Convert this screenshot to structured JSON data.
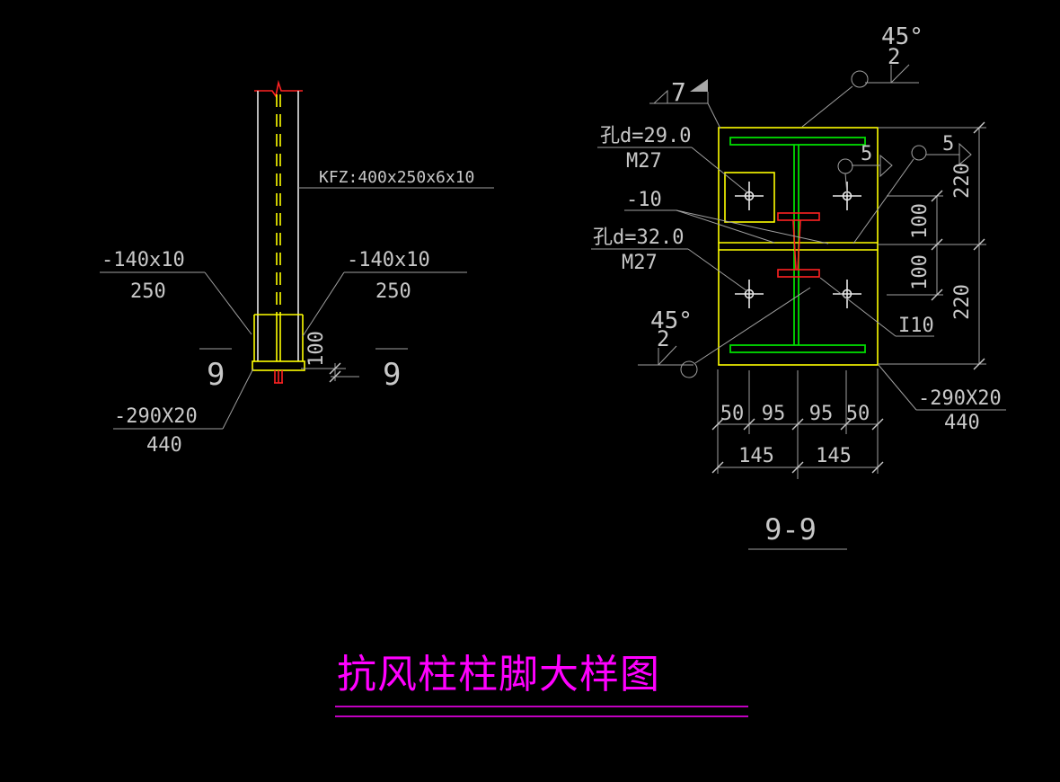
{
  "title": "抗风柱柱脚大样图",
  "colors": {
    "background": "#000000",
    "outline_white": "#E8E8E8",
    "plate_yellow": "#FFFF00",
    "steel_green": "#00DD00",
    "anchor_red": "#FF2222",
    "annotation_gray": "#C8C8C8",
    "title_magenta": "#FF00FF"
  },
  "elevation": {
    "column_spec": "KFZ:400x250x6x10",
    "stiffener_left": {
      "size": "-140x10",
      "length": "250"
    },
    "stiffener_right": {
      "size": "-140x10",
      "length": "250"
    },
    "base_plate": {
      "size": "-290X20",
      "length": "440"
    },
    "bolt_projection_dim": "100",
    "section_mark_left": "9",
    "section_mark_right": "9"
  },
  "section": {
    "view_label": "9-9",
    "hole_top": {
      "size": "孔d=29.0",
      "bolt": "M27"
    },
    "hole_bottom": {
      "size": "孔d=32.0",
      "bolt": "M27"
    },
    "plate_label": "-10",
    "beam_label": "I10",
    "base_plate": {
      "size": "-290X20",
      "length": "440"
    },
    "weld_field": {
      "size": "7"
    },
    "weld_bevel_top": {
      "angle": "45°",
      "size": "2"
    },
    "weld_bevel_bottom": {
      "angle": "45°",
      "size": "2"
    },
    "weld_fillet_inner": {
      "size": "5"
    },
    "weld_fillet_outer": {
      "size": "5"
    },
    "dims": {
      "bottom_row1": [
        "50",
        "95",
        "95",
        "50"
      ],
      "bottom_row2": [
        "145",
        "145"
      ],
      "right_inner": [
        "100",
        "100"
      ],
      "right_outer": [
        "220",
        "220"
      ]
    }
  }
}
